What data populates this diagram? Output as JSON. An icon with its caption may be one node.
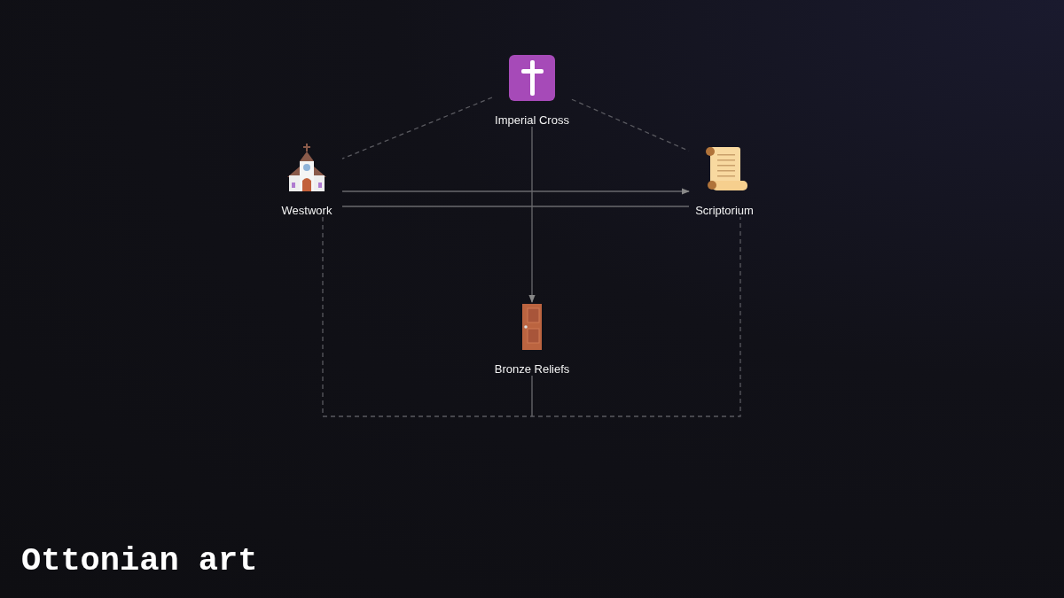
{
  "diagram": {
    "title": "Ottonian art",
    "nodes": [
      {
        "text": [
          "Imperial Cross"
        ]
      },
      {
        "text": [
          "Westwork"
        ]
      },
      {
        "text": [
          "Scriptorium"
        ]
      },
      {
        "text": [
          "Bronze Reliefs"
        ]
      }
    ],
    "edges": [
      {
        "from": 0,
        "to": 1,
        "arrow": "none",
        "style": "dashed"
      },
      {
        "from": 0,
        "to": 2,
        "arrow": "none",
        "style": "dashed"
      },
      {
        "from": 0,
        "to": 3,
        "arrow": "to"
      },
      {
        "from": 1,
        "to": 2,
        "arrow": "to"
      },
      {
        "from": 1,
        "to": 2,
        "arrow": "none"
      },
      {
        "from": 1,
        "to": 2,
        "arrow": "none",
        "style": "dashed"
      },
      {
        "from": 3,
        "to": null,
        "arrow": "none"
      }
    ]
  }
}
